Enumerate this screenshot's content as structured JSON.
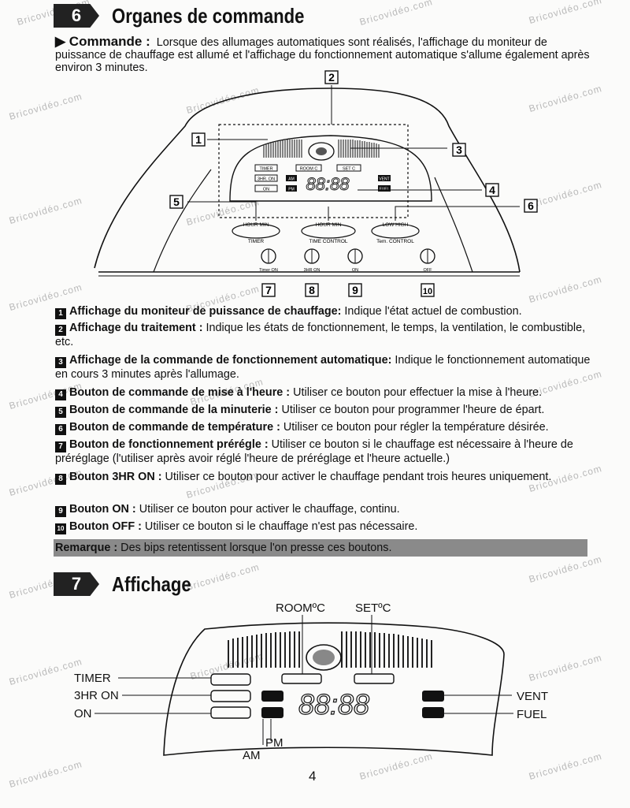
{
  "watermark": "Bricovidéo.com",
  "section6": {
    "number": "6",
    "title": "Organes de commande",
    "intro_label": "▶ Commande :",
    "intro_text": "Lorsque des allumages automatiques sont réalisés, l'affichage du moniteur de puissance de chauffage est allumé et l'affichage du fonctionnement automatique s'allume également après environ 3 minutes."
  },
  "diagram1": {
    "callouts": [
      "1",
      "2",
      "3",
      "4",
      "5",
      "6",
      "7",
      "8",
      "9",
      "10"
    ],
    "panel_labels": {
      "timer_box": "TIMER",
      "three_hr_box": "3HR. ON",
      "on_box": "ON",
      "room_c": "ROOM C",
      "set_c": "SET C",
      "am": "AM",
      "pm": "PM",
      "vent": "VENT",
      "fuel": "FUEL",
      "digits": "88:88"
    },
    "controls": [
      {
        "sub": "HOUR   MIN",
        "name": "TIMER"
      },
      {
        "sub": "HOUR   MIN",
        "name": "TIME  CONTROL"
      },
      {
        "sub": "LOW     HIGH",
        "name": "Tem. CONTROL"
      }
    ],
    "buttons": [
      "Timer ON",
      "3HR ON",
      "ON",
      "OFF"
    ]
  },
  "items": [
    {
      "n": "1",
      "label": "Affichage du moniteur de puissance de chauffage:",
      "text": " Indique l'état actuel de combustion."
    },
    {
      "n": "2",
      "label": "Affichage du traitement :",
      "text": " Indique les états de fonctionnement, le temps, la ventilation, le combustible, etc."
    },
    {
      "n": "3",
      "label": "Affichage de la commande de fonctionnement automatique:",
      "text": " Indique le fonctionnement automatique en cours 3 minutes après l'allumage."
    },
    {
      "n": "4",
      "label": "Bouton de commande de mise à l'heure :",
      "text": " Utiliser ce bouton pour effectuer la mise  à l'heure."
    },
    {
      "n": "5",
      "label": "Bouton de commande de la minuterie :",
      "text": " Utiliser ce bouton pour programmer l'heure de épart."
    },
    {
      "n": "6",
      "label": "Bouton de commande de température :",
      "text": " Utiliser ce bouton pour régler la température désirée."
    },
    {
      "n": "7",
      "label": "Bouton de fonctionnement prérégle :",
      "text": " Utiliser ce bouton si le chauffage est nécessaire à l'heure de préréglage (l'utiliser après avoir réglé l'heure de préréglage et l'heure actuelle.)"
    },
    {
      "n": "8",
      "label": "Bouton 3HR ON :",
      "text": " Utiliser ce bouton pour activer le chauffage pendant trois heures uniquement."
    },
    {
      "n": "9",
      "label": "Bouton ON :",
      "text": " Utiliser ce bouton pour activer le chauffage, continu."
    },
    {
      "n": "10",
      "label": "Bouton OFF :",
      "text": " Utiliser ce bouton si le chauffage n'est pas nécessaire."
    }
  ],
  "note": {
    "label": "Remarque :",
    "text": " Des bips retentissent lorsque l'on presse ces boutons."
  },
  "section7": {
    "number": "7",
    "title": "Affichage"
  },
  "diagram2": {
    "room": "ROOMºC",
    "set": "SETºC",
    "timer": "TIMER",
    "three_hr": "3HR ON",
    "on": "ON",
    "vent": "VENT",
    "fuel": "FUEL",
    "pm": "PM",
    "am": "AM",
    "digits": "88:88"
  },
  "page_number": "4"
}
